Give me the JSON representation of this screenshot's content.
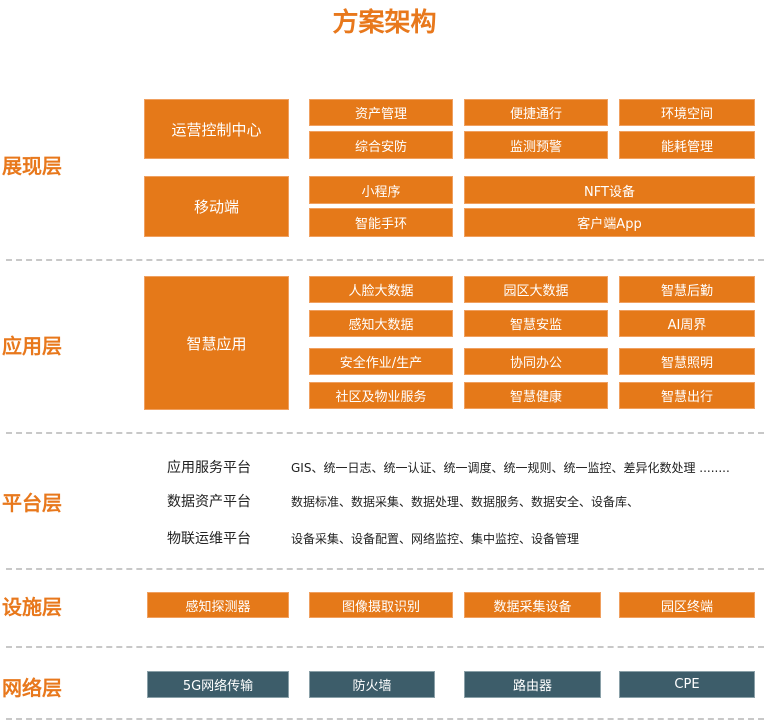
{
  "title": "方案架构",
  "layers": {
    "display": "展现层",
    "application": "应用层",
    "platform": "平台层",
    "facility": "设施层",
    "network": "网络层"
  },
  "display": {
    "ops_center": "运营控制中心",
    "ops_items": [
      "资产管理",
      "便捷通行",
      "环境空间",
      "综合安防",
      "监测预警",
      "能耗管理"
    ],
    "mobile": "移动端",
    "mobile_items": [
      "小程序",
      "NFT设备",
      "智能手环",
      "客户端App"
    ]
  },
  "application": {
    "main": "智慧应用",
    "items": [
      "人脸大数据",
      "园区大数据",
      "智慧后勤",
      "感知大数据",
      "智慧安监",
      "AI周界",
      "安全作业/生产",
      "协同办公",
      "智慧照明",
      "社区及物业服务",
      "智慧健康",
      "智慧出行"
    ]
  },
  "platform": {
    "rows": [
      {
        "label": "应用服务平台",
        "items": "GIS、统一日志、统一认证、统一调度、统一规则、统一监控、差异化数处理  ........"
      },
      {
        "label": "数据资产平台",
        "items": "数据标准、数据采集、数据处理、数据服务、数据安全、设备库、"
      },
      {
        "label": "物联运维平台",
        "items": "设备采集、设备配置、网络监控、集中监控、设备管理"
      }
    ]
  },
  "facility": {
    "items": [
      "感知探测器",
      "图像摄取识别",
      "数据采集设备",
      "园区终端"
    ]
  },
  "network": {
    "items": [
      "5G网络传输",
      "防火墙",
      "路由器",
      "CPE"
    ]
  },
  "colors": {
    "accent": "#e57919",
    "dark": "#3d5d6a"
  }
}
